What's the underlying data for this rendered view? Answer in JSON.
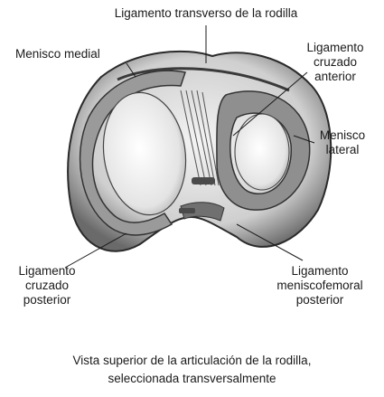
{
  "labels": {
    "transverse_ligament": "Ligamento transverso de la rodilla",
    "medial_meniscus": "Menisco medial",
    "acl_1": "Ligamento",
    "acl_2": "cruzado",
    "acl_3": "anterior",
    "lateral_meniscus_1": "Menisco",
    "lateral_meniscus_2": "lateral",
    "pcl_1": "Ligamento",
    "pcl_2": "cruzado",
    "pcl_3": "posterior",
    "mfl_1": "Ligamento",
    "mfl_2": "meniscofemoral",
    "mfl_3": "posterior"
  },
  "caption": {
    "line1": "Vista superior de la articulación de la rodilla,",
    "line2": "seleccionada transversalmente"
  }
}
